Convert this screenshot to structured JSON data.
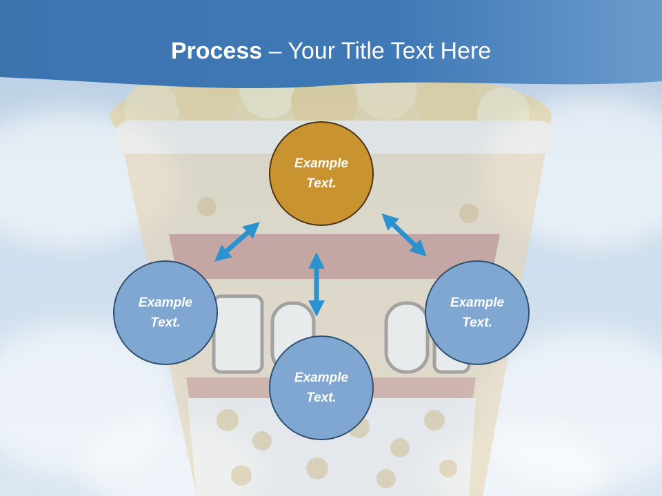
{
  "slide": {
    "title_bold": "Process",
    "title_dash": " – ",
    "title_rest": "Your Title Text Here",
    "background_image": "popcorn-bucket",
    "colors": {
      "header": "#3f78b5",
      "circle_blue": "#7fa7d2",
      "circle_gold": "#c9932f",
      "arrow": "#2a93cf"
    }
  },
  "circles": {
    "top": {
      "line1": "Example",
      "line2": "Text."
    },
    "left": {
      "line1": "Example",
      "line2": "Text."
    },
    "bottom": {
      "line1": "Example",
      "line2": "Text."
    },
    "right": {
      "line1": "Example",
      "line2": "Text."
    }
  }
}
